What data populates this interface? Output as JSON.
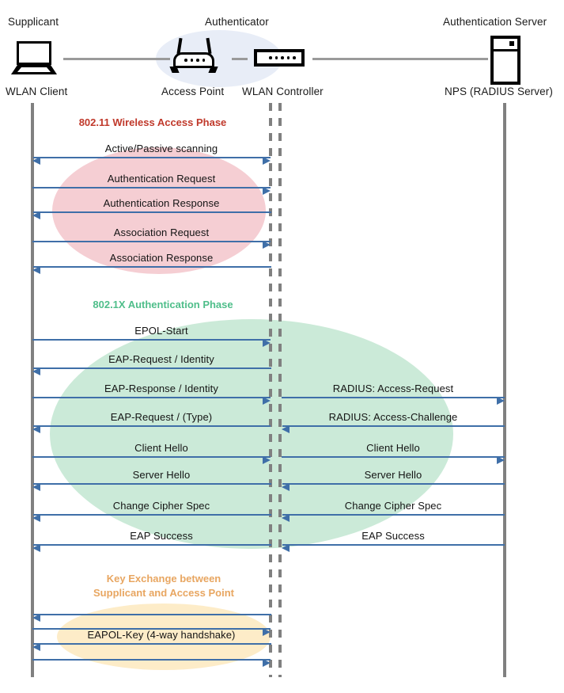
{
  "diagram": {
    "title": "802.1X WLAN authentication sequence",
    "colors": {
      "arrow": "#3f6fa8",
      "lifeline": "#808080",
      "authenticator_blob": "#e8edf7",
      "phase1_fill": "#f5ced3",
      "phase1_text": "#c0392b",
      "phase2_fill": "#cbead8",
      "phase2_text": "#4fbe8a",
      "phase3_fill": "#fdecc8",
      "phase3_text": "#e8a661"
    }
  },
  "actors": [
    {
      "id": "supplicant",
      "role": "Supplicant",
      "device": "WLAN Client",
      "icon": "laptop-icon"
    },
    {
      "id": "access-point",
      "role": "Authenticator",
      "device": "Access Point",
      "icon": "wireless-access-point-icon"
    },
    {
      "id": "wlan-controller",
      "role": "",
      "device": "WLAN Controller",
      "icon": "network-switch-icon"
    },
    {
      "id": "auth-server",
      "role": "Authentication Server",
      "device": "NPS (RADIUS Server)",
      "icon": "server-icon"
    }
  ],
  "phases": [
    {
      "id": "phase-80211",
      "title": "802.11 Wireless Access Phase",
      "messages_left": [
        {
          "label": "Active/Passive scanning",
          "direction": "both"
        },
        {
          "label": "Authentication Request",
          "direction": "right"
        },
        {
          "label": "Authentication Response",
          "direction": "left"
        },
        {
          "label": "Association Request",
          "direction": "right"
        },
        {
          "label": "Association Response",
          "direction": "left"
        }
      ],
      "messages_right": []
    },
    {
      "id": "phase-8021x",
      "title": "802.1X Authentication Phase",
      "messages_left": [
        {
          "label": "EPOL-Start",
          "direction": "right"
        },
        {
          "label": "EAP-Request / Identity",
          "direction": "left"
        },
        {
          "label": "EAP-Response / Identity",
          "direction": "right"
        },
        {
          "label": "EAP-Request / (Type)",
          "direction": "left"
        },
        {
          "label": "Client Hello",
          "direction": "right"
        },
        {
          "label": "Server Hello",
          "direction": "left"
        },
        {
          "label": "Change Cipher Spec",
          "direction": "left"
        },
        {
          "label": "EAP Success",
          "direction": "left"
        }
      ],
      "messages_right": [
        {
          "label": "RADIUS: Access-Request",
          "direction": "right"
        },
        {
          "label": "RADIUS: Access-Challenge",
          "direction": "left"
        },
        {
          "label": "Client Hello",
          "direction": "right"
        },
        {
          "label": "Server Hello",
          "direction": "left"
        },
        {
          "label": "Change Cipher Spec",
          "direction": "left"
        },
        {
          "label": "EAP Success",
          "direction": "left"
        }
      ]
    },
    {
      "id": "phase-key-exchange",
      "title": "Key Exchange between\nSupplicant and Access Point",
      "messages_left": [
        {
          "label": "",
          "direction": "left"
        },
        {
          "label": "",
          "direction": "right"
        },
        {
          "label": "EAPOL-Key (4-way handshake)",
          "direction": "left"
        },
        {
          "label": "",
          "direction": "right"
        }
      ],
      "messages_right": []
    }
  ]
}
